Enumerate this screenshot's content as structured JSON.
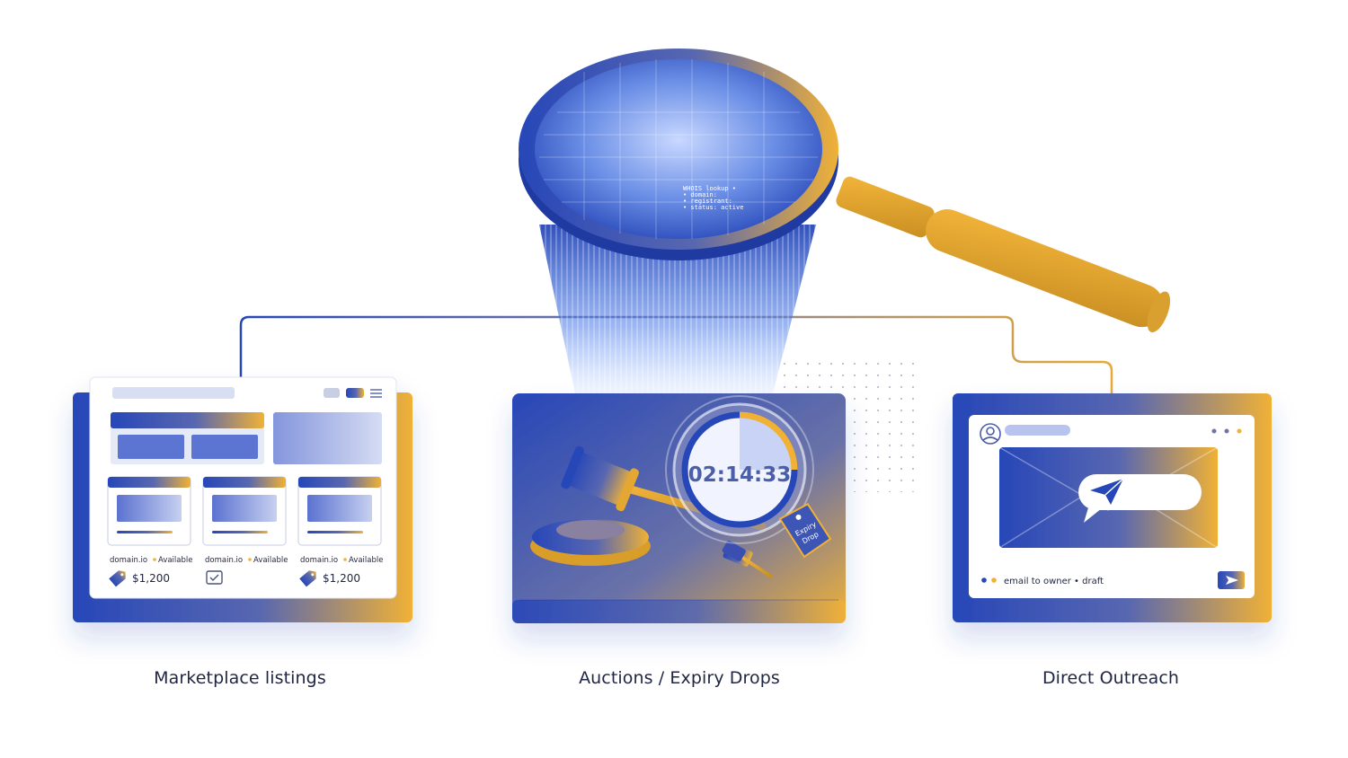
{
  "colors": {
    "blue": "#2747b8",
    "gold": "#f0b136",
    "ink": "#1f2542"
  },
  "lens": {
    "lines": [
      "WHOIS lookup •",
      "• domain:",
      "• registrant:",
      "• status: active"
    ]
  },
  "marketplace": {
    "caption": "Marketplace listings",
    "cards": [
      {
        "domain": "domain.io",
        "status": "Available",
        "price": "$1,200",
        "icon": "price-tag-icon"
      },
      {
        "domain": "domain.io",
        "status": "Available",
        "price": "",
        "icon": "checkbox-icon"
      },
      {
        "domain": "domain.io",
        "status": "Available",
        "price": "$1,200",
        "icon": "price-tag-icon"
      }
    ]
  },
  "auctions": {
    "caption": "Auctions / Expiry Drops",
    "timer": "02:14:33",
    "tag_lines": [
      "Expiry",
      "Drop"
    ]
  },
  "outreach": {
    "caption": "Direct Outreach",
    "status": "email to owner • draft"
  }
}
